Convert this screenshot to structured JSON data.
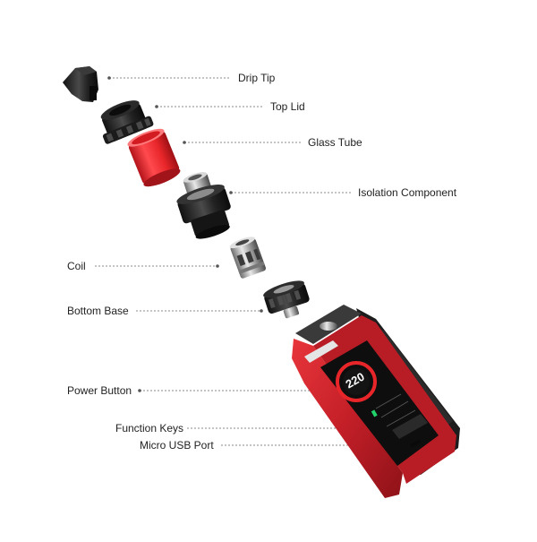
{
  "labels": {
    "drip_tip": "Drip Tip",
    "top_lid": "Top Lid",
    "glass_tube": "Glass Tube",
    "isolation_component": "Isolation Component",
    "coil": "Coil",
    "bottom_base": "Bottom Base",
    "power_button": "Power Button",
    "function_keys": "Function Keys",
    "micro_usb_port": "Micro USB Port"
  },
  "device": {
    "screen_value": "220"
  },
  "colors": {
    "glass_tube": "#e8262a",
    "device_body": "#c8232c",
    "metal_dark": "#1e1e1e",
    "leader_line": "#888888",
    "screen_ring": "#e8262a"
  }
}
